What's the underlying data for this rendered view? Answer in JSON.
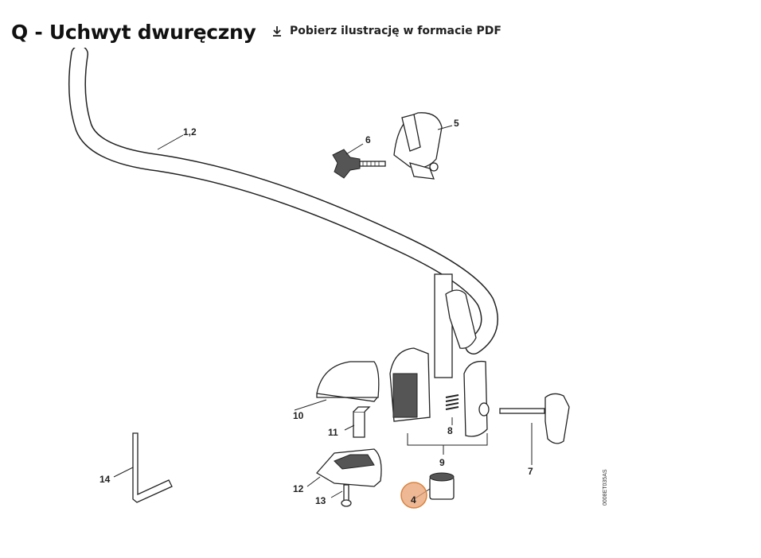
{
  "header": {
    "title": "Q - Uchwyt dwuręczny",
    "download_label": "Pobierz ilustrację w formacie PDF",
    "download_icon": "download-icon"
  },
  "diagram": {
    "drawing_code": "0008ET035AS",
    "highlight_color": "#e8a070",
    "labels": {
      "p12": "1,2",
      "p4": "4",
      "p5": "5",
      "p6": "6",
      "p7": "7",
      "p8": "8",
      "p9": "9",
      "p10": "10",
      "p11": "11",
      "p12b": "12",
      "p13": "13",
      "p14": "14"
    }
  }
}
